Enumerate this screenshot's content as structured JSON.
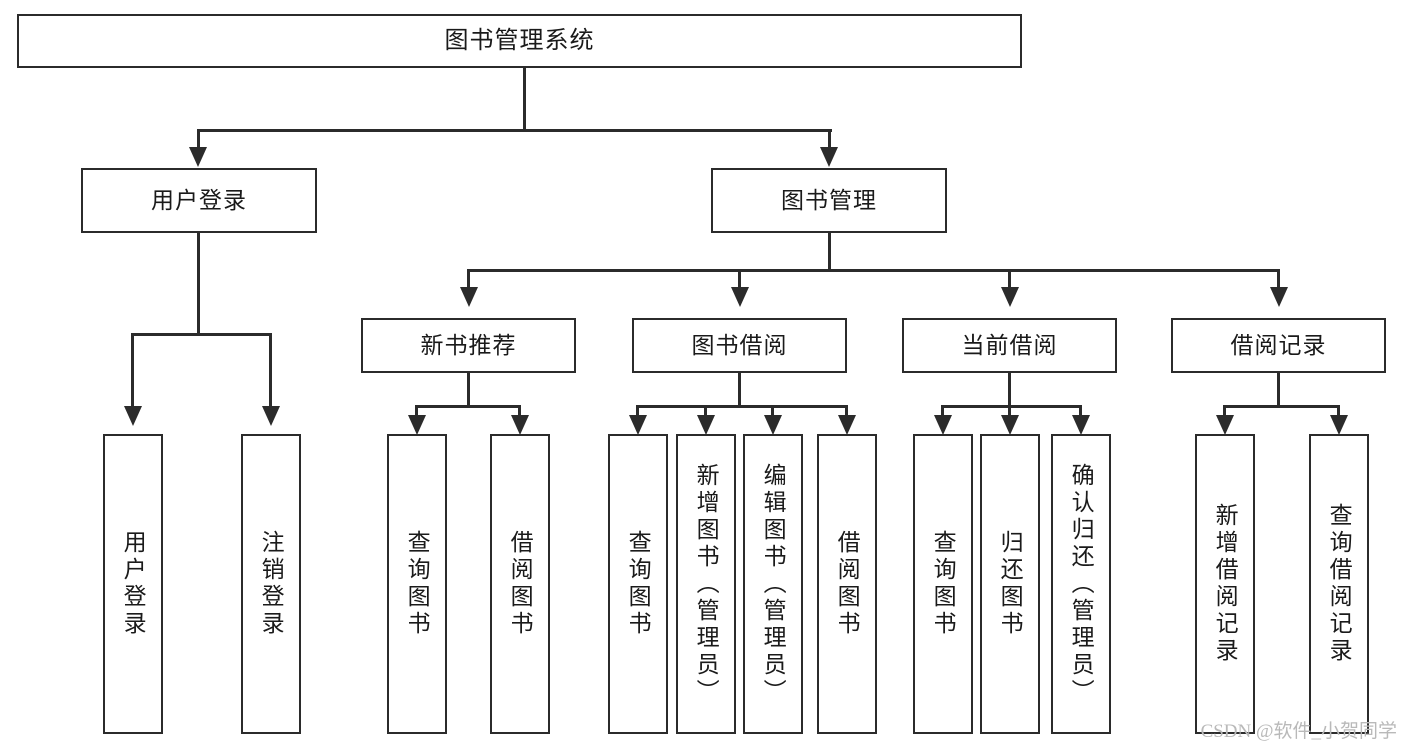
{
  "diagram": {
    "title": "图书管理系统",
    "background_color": "#ffffff",
    "line_color": "#2b2b2b",
    "box_border_color": "#2b2b2b",
    "box_fill_color": "#ffffff",
    "text_color": "#1a1a1a"
  },
  "root": {
    "label": "图书管理系统"
  },
  "level2": {
    "user_login": {
      "label": "用户登录"
    },
    "book_manage": {
      "label": "图书管理"
    }
  },
  "level3": {
    "new_book_recommend": {
      "label": "新书推荐"
    },
    "book_borrow": {
      "label": "图书借阅"
    },
    "current_borrow": {
      "label": "当前借阅"
    },
    "borrow_record": {
      "label": "借阅记录"
    }
  },
  "leaves": {
    "user_login_children": [
      {
        "label": "用户登录"
      },
      {
        "label": "注销登录"
      }
    ],
    "new_book_recommend_children": [
      {
        "label": "查询图书"
      },
      {
        "label": "借阅图书"
      }
    ],
    "book_borrow_children": [
      {
        "label": "查询图书"
      },
      {
        "label": "新增图书（管理员）"
      },
      {
        "label": "编辑图书（管理员）"
      },
      {
        "label": "借阅图书"
      }
    ],
    "current_borrow_children": [
      {
        "label": "查询图书"
      },
      {
        "label": "归还图书"
      },
      {
        "label": "确认归还（管理员）"
      }
    ],
    "borrow_record_children": [
      {
        "label": "新增借阅记录"
      },
      {
        "label": "查询借阅记录"
      }
    ]
  },
  "watermark": {
    "text": "CSDN @软件_小贺同学"
  }
}
